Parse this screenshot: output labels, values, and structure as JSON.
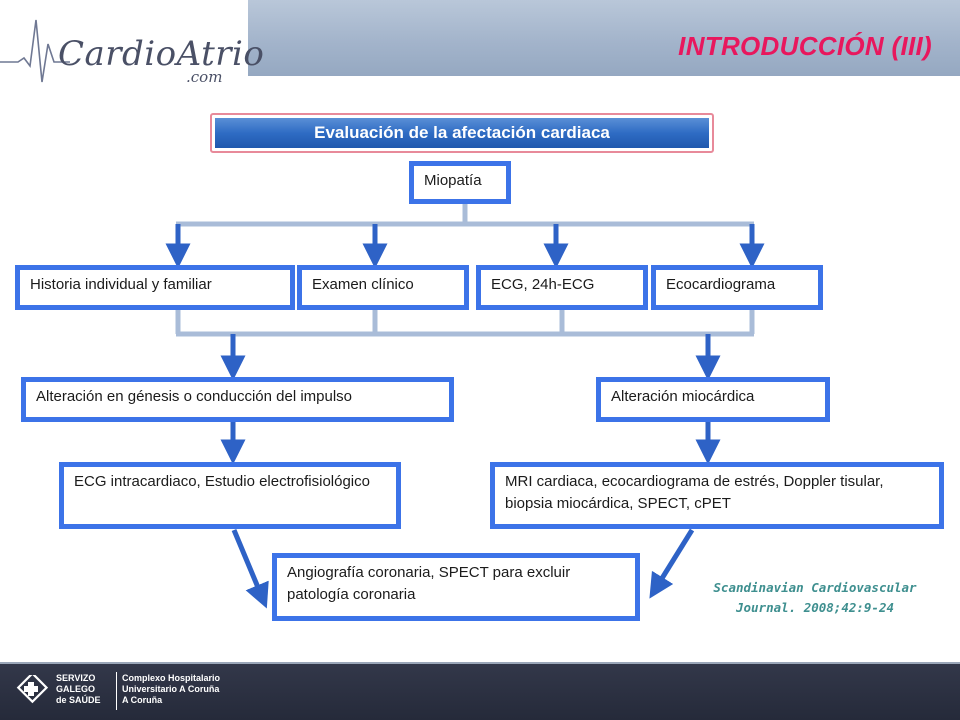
{
  "header": {
    "logo_main": "CardioAtrio",
    "logo_sub": ".com",
    "title": "INTRODUCCIÓN (III)"
  },
  "diagram": {
    "banner": "Evaluación de la afectación cardiaca",
    "root": "Miopatía",
    "level2": [
      "Historia individual y familiar",
      "Examen clínico",
      "ECG, 24h-ECG",
      "Ecocardiograma"
    ],
    "level3": [
      "Alteración en génesis o conducción del impulso",
      "Alteración miocárdica"
    ],
    "level4": [
      "ECG intracardiaco, Estudio electrofisiológico",
      "MRI cardiaca, ecocardiograma de estrés, Doppler tisular, biopsia miocárdica, SPECT, cPET"
    ],
    "level5": "Angiografía coronaria, SPECT para excluir patología coronaria"
  },
  "citation": {
    "line1": "Scandinavian Cardiovascular",
    "line2": "Journal. 2008;42:9-24"
  },
  "footer": {
    "org_lines": [
      "SERVIZO",
      "GALEGO",
      "de SAÚDE"
    ],
    "hospital_lines": [
      "Complexo Hospitalario",
      "Universitario A Coruña",
      "A Coruña"
    ]
  },
  "colors": {
    "box_border": "#3c73e8",
    "connector": "#a9bcd8",
    "title": "#e8175d",
    "banner": "#2f6cc4"
  }
}
